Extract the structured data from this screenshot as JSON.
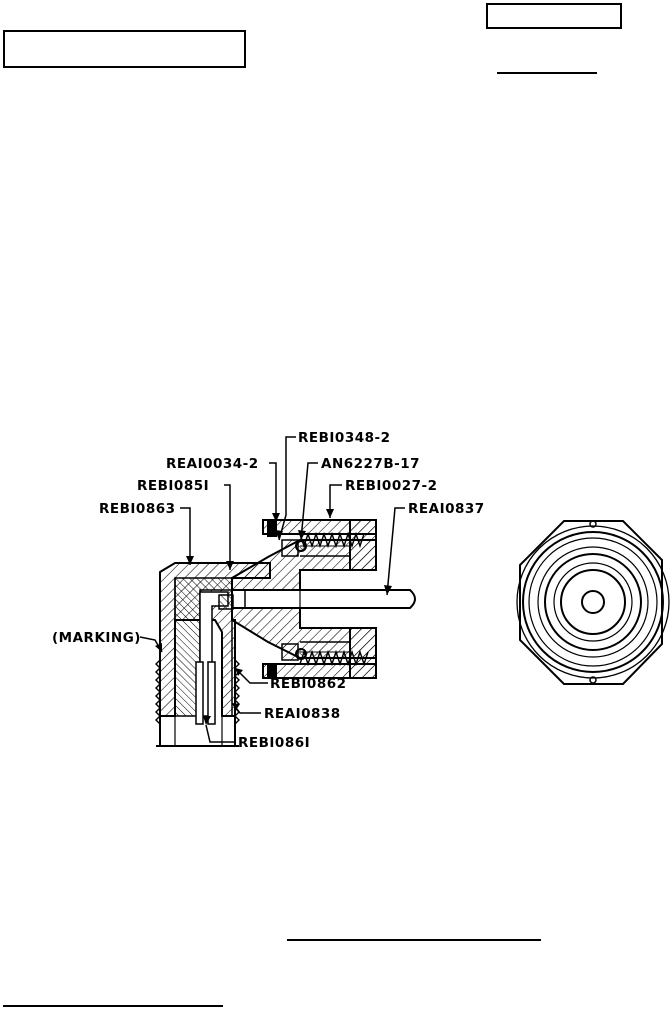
{
  "drawing": {
    "part_labels": {
      "reb10348": "REBI0348-2",
      "rea10034": "REAI0034-2",
      "an6227b": "AN6227B-17",
      "reb10851": "REBI085I",
      "reb10027": "REBI0027-2",
      "reb10863": "REBI0863",
      "rea10837": "REAI0837",
      "marking": "(MARKING)",
      "reb10862": "REBI0862",
      "rea10838": "REAI0838",
      "reb10861": "REBI086I"
    },
    "header_boxes": [
      "",
      ""
    ],
    "line_color": "#000000"
  }
}
